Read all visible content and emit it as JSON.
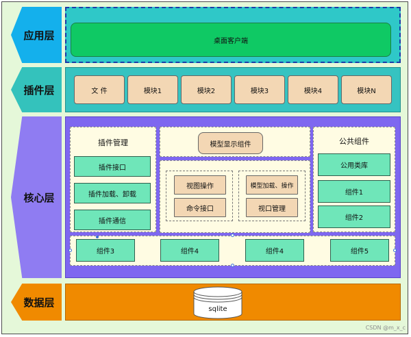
{
  "layers": {
    "app": "应用层",
    "plugin": "插件层",
    "core": "核心层",
    "data": "数据层"
  },
  "app_layer": {
    "desktop_client": "桌面客户端"
  },
  "plugin_layer": {
    "modules": [
      "文  件",
      "模块1",
      "模块2",
      "模块3",
      "模块4",
      "模块N"
    ]
  },
  "core_layer": {
    "plugin_mgmt": {
      "title": "插件管理",
      "items": [
        "插件接口",
        "插件加载、卸载",
        "插件通信"
      ]
    },
    "model_display": "模型显示组件",
    "view_ops": "视图操作",
    "cmd_interface": "命令接口",
    "model_load": "模型加载、操作",
    "viewport_mgmt": "视口管理",
    "common": {
      "title": "公共组件",
      "items": [
        "公用类库",
        "组件1",
        "组件2"
      ]
    },
    "bottom_components": [
      "组件3",
      "组件4",
      "组件4",
      "组件5"
    ]
  },
  "data_layer": {
    "db": "sqlite"
  },
  "watermark": "CSDN @m_x_c",
  "colors": {
    "app_arrow": "#14b0ec",
    "app_bg": "#2fc8c8",
    "desktop_btn": "#0fc964",
    "plugin_arrow": "#34c2bc",
    "plugin_bg": "#36c3c1",
    "module_btn": "#f3d7b4",
    "core_arrow": "#8f7cf2",
    "core_bg": "#7e67f0",
    "component_btn": "#6fe6b9",
    "data_arrow": "#f08a00",
    "data_bg": "#f08a00"
  }
}
